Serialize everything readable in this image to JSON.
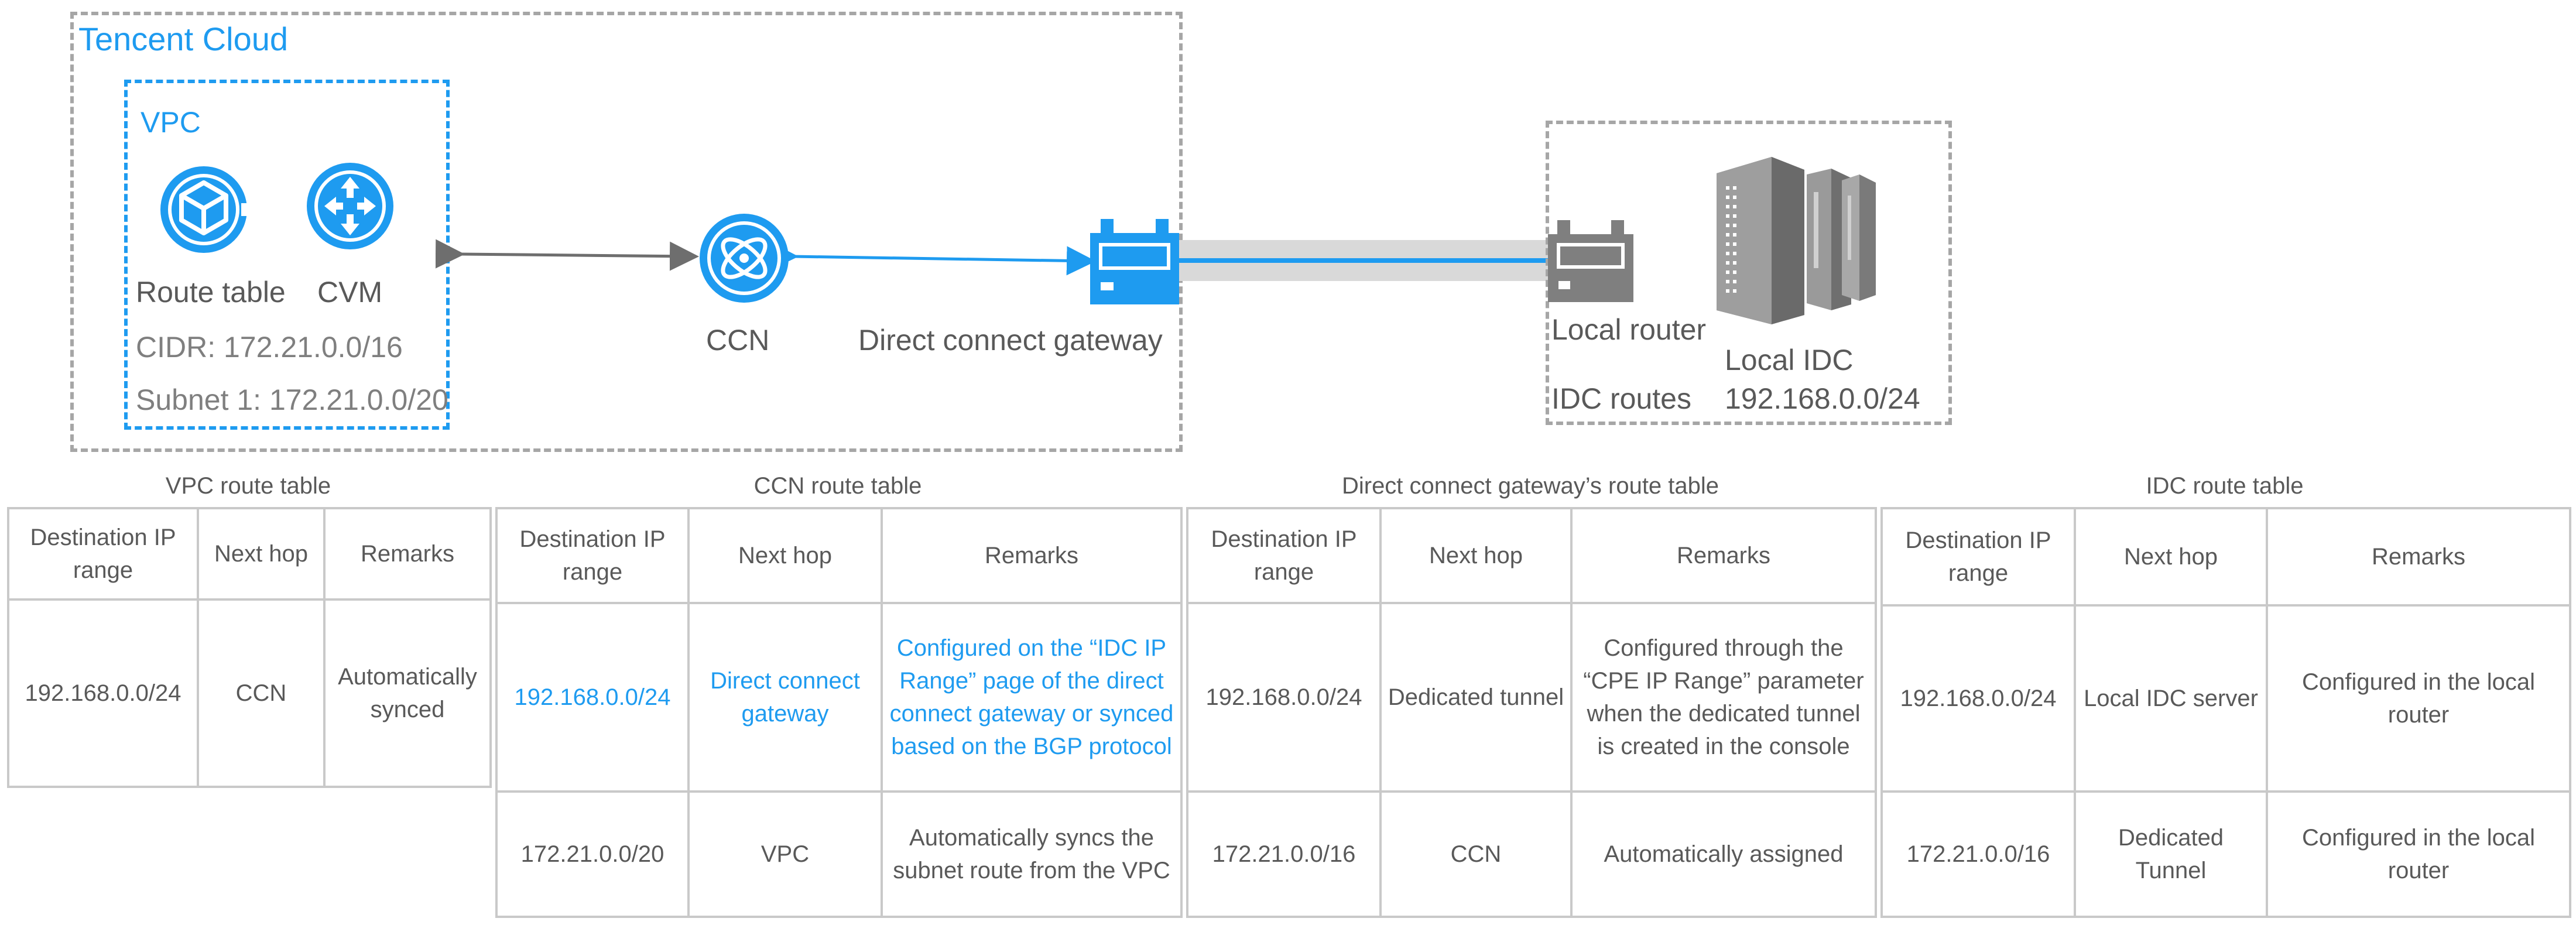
{
  "colors": {
    "accent": "#1e9bf0",
    "text": "#595959",
    "border": "#c9c9c9",
    "dashed": "#a6a6a6",
    "device": "#7f7f7f"
  },
  "cloud": {
    "title": "Tencent Cloud"
  },
  "vpc": {
    "title": "VPC",
    "route_table_label": "Route table",
    "cvm_label": "CVM",
    "cidr": "CIDR: 172.21.0.0/16",
    "subnet": "Subnet 1: 172.21.0.0/20"
  },
  "ccn": {
    "label": "CCN"
  },
  "dcg": {
    "label": "Direct connect gateway"
  },
  "idc": {
    "local_router": "Local router",
    "idc_routes": "IDC routes",
    "local_idc": "Local IDC",
    "idc_range": "192.168.0.0/24"
  },
  "icons": [
    "route-table-icon",
    "cvm-icon",
    "ccn-icon",
    "gateway-icon",
    "router-icon",
    "server-icon"
  ],
  "tables": [
    {
      "caption": "VPC route table",
      "headers": [
        "Destination IP range",
        "Next hop",
        "Remarks"
      ],
      "rows": [
        [
          "192.168.0.0/24",
          "CCN",
          "Automatically synced"
        ]
      ]
    },
    {
      "caption": "CCN route table",
      "headers": [
        "Destination IP range",
        "Next hop",
        "Remarks"
      ],
      "rows": [
        [
          "192.168.0.0/24",
          "Direct connect gateway",
          "Configured on the “IDC IP Range” page of the direct connect gateway or synced based on the BGP protocol"
        ],
        [
          "172.21.0.0/20",
          "VPC",
          "Automatically syncs the subnet route from the VPC"
        ]
      ]
    },
    {
      "caption": "Direct connect gateway’s route table",
      "headers": [
        "Destination IP range",
        "Next hop",
        "Remarks"
      ],
      "rows": [
        [
          "192.168.0.0/24",
          "Dedicated tunnel",
          "Configured through the “CPE IP Range” parameter when the dedicated tunnel is created in the console"
        ],
        [
          "172.21.0.0/16",
          "CCN",
          "Automatically assigned"
        ]
      ]
    },
    {
      "caption": "IDC route table",
      "headers": [
        "Destination IP range",
        "Next hop",
        "Remarks"
      ],
      "rows": [
        [
          "192.168.0.0/24",
          "Local IDC server",
          "Configured in the local router"
        ],
        [
          "172.21.0.0/16",
          "Dedicated Tunnel",
          "Configured in the local router"
        ]
      ]
    }
  ]
}
